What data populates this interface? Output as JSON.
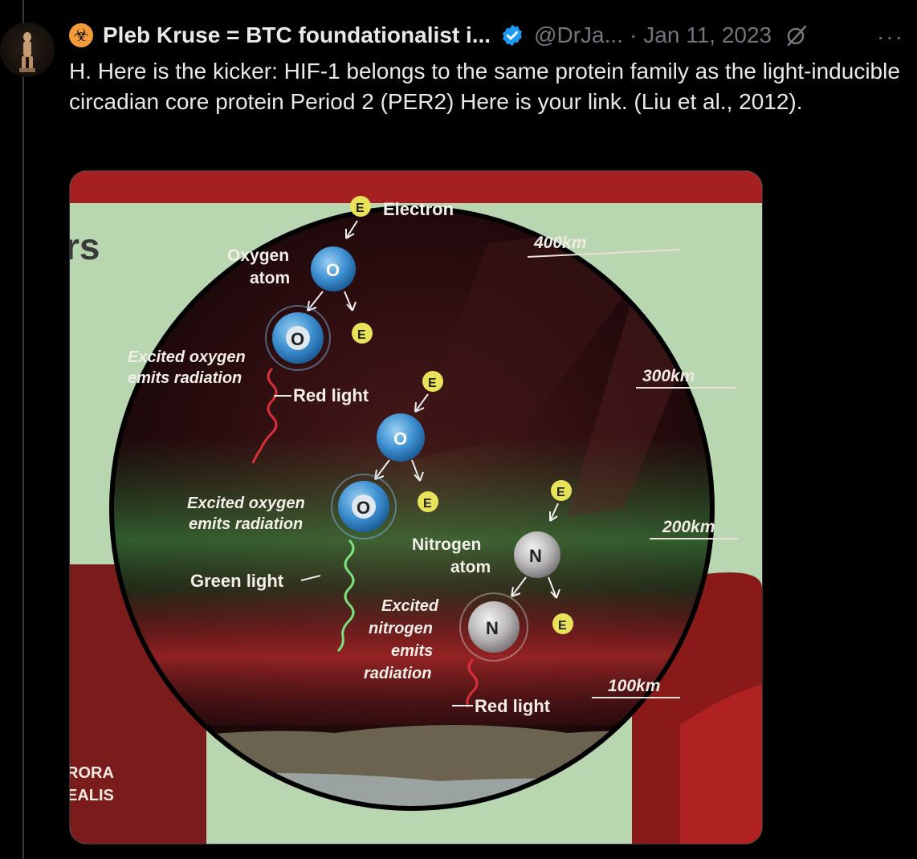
{
  "author": {
    "display_name": "Pleb Kruse = BTC foundationalist i...",
    "handle": "@DrJa...",
    "date": "Jan 11, 2023",
    "separator": "·"
  },
  "tweet": {
    "text": "H. Here is the kicker:  HIF-1 belongs to the same protein family as the light-inducible circadian core protein Period 2 (PER2)  Here is your link.  (Liu et al., 2012)."
  },
  "image": {
    "corner_text_top": "rs",
    "corner_text_bottom_1": "RORA",
    "corner_text_bottom_2": "EALIS",
    "labels": {
      "electron": "Electron",
      "oxygen_atom_1": "Oxygen",
      "oxygen_atom_2": "atom",
      "excited_oxygen_1a": "Excited oxygen",
      "excited_oxygen_1b": "emits radiation",
      "red_light_1": "Red light",
      "excited_oxygen_2a": "Excited oxygen",
      "excited_oxygen_2b": "emits radiation",
      "green_light": "Green light",
      "nitrogen_atom_1": "Nitrogen",
      "nitrogen_atom_2": "atom",
      "excited_nitrogen_1": "Excited",
      "excited_nitrogen_2": "nitrogen",
      "excited_nitrogen_3": "emits",
      "excited_nitrogen_4": "radiation",
      "red_light_2": "Red light"
    },
    "altitudes": [
      "400km",
      "300km",
      "200km",
      "100km"
    ],
    "symbols": {
      "electron": "E",
      "oxygen": "O",
      "nitrogen": "N"
    }
  },
  "colors": {
    "background": "#000000",
    "text_primary": "#e7e9ea",
    "text_secondary": "#71767b",
    "verified_blue": "#1d9bf0",
    "biohazard_orange": "#f29b38"
  }
}
